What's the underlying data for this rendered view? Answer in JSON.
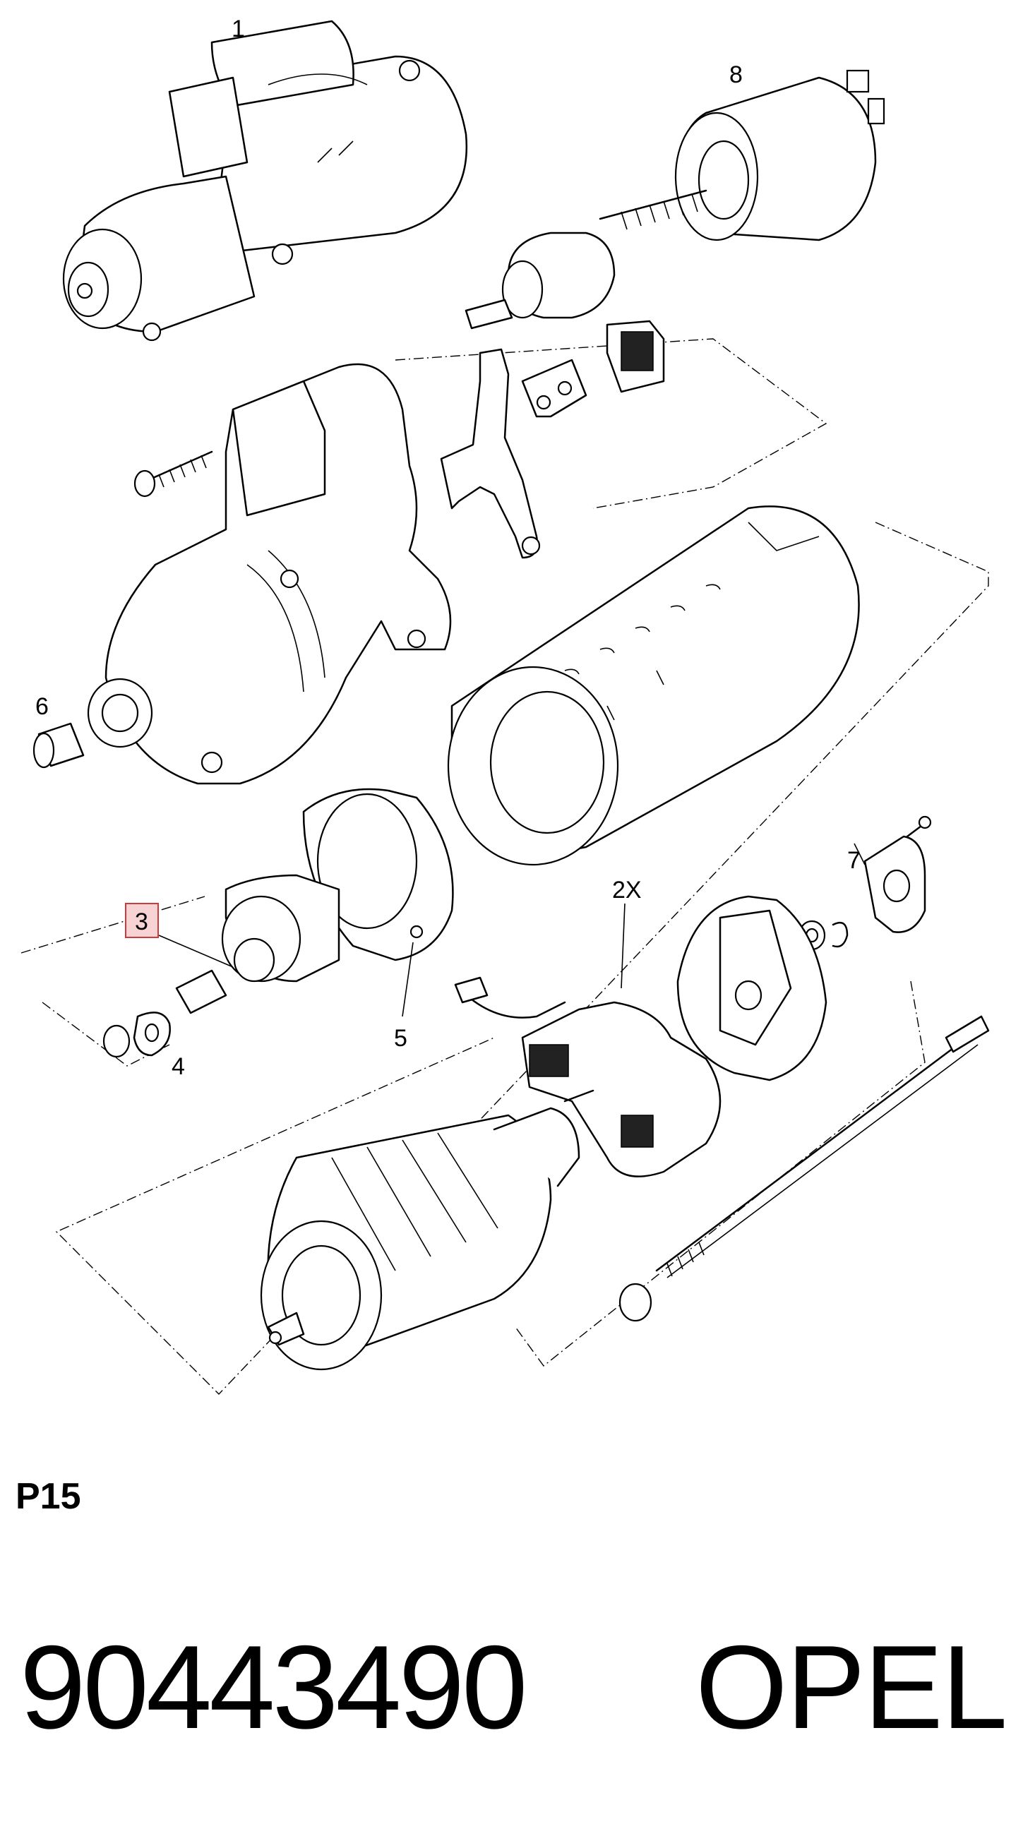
{
  "diagram": {
    "callouts": {
      "c1": "1",
      "c8": "8",
      "c6": "6",
      "c7": "7",
      "c2x": "2X",
      "c3": "3",
      "c4": "4",
      "c5": "5"
    },
    "highlighted_callout": "3",
    "highlight_color": "#f8d3d3"
  },
  "footer": {
    "page_code": "P15",
    "part_number": "90443490",
    "brand": "OPEL"
  }
}
